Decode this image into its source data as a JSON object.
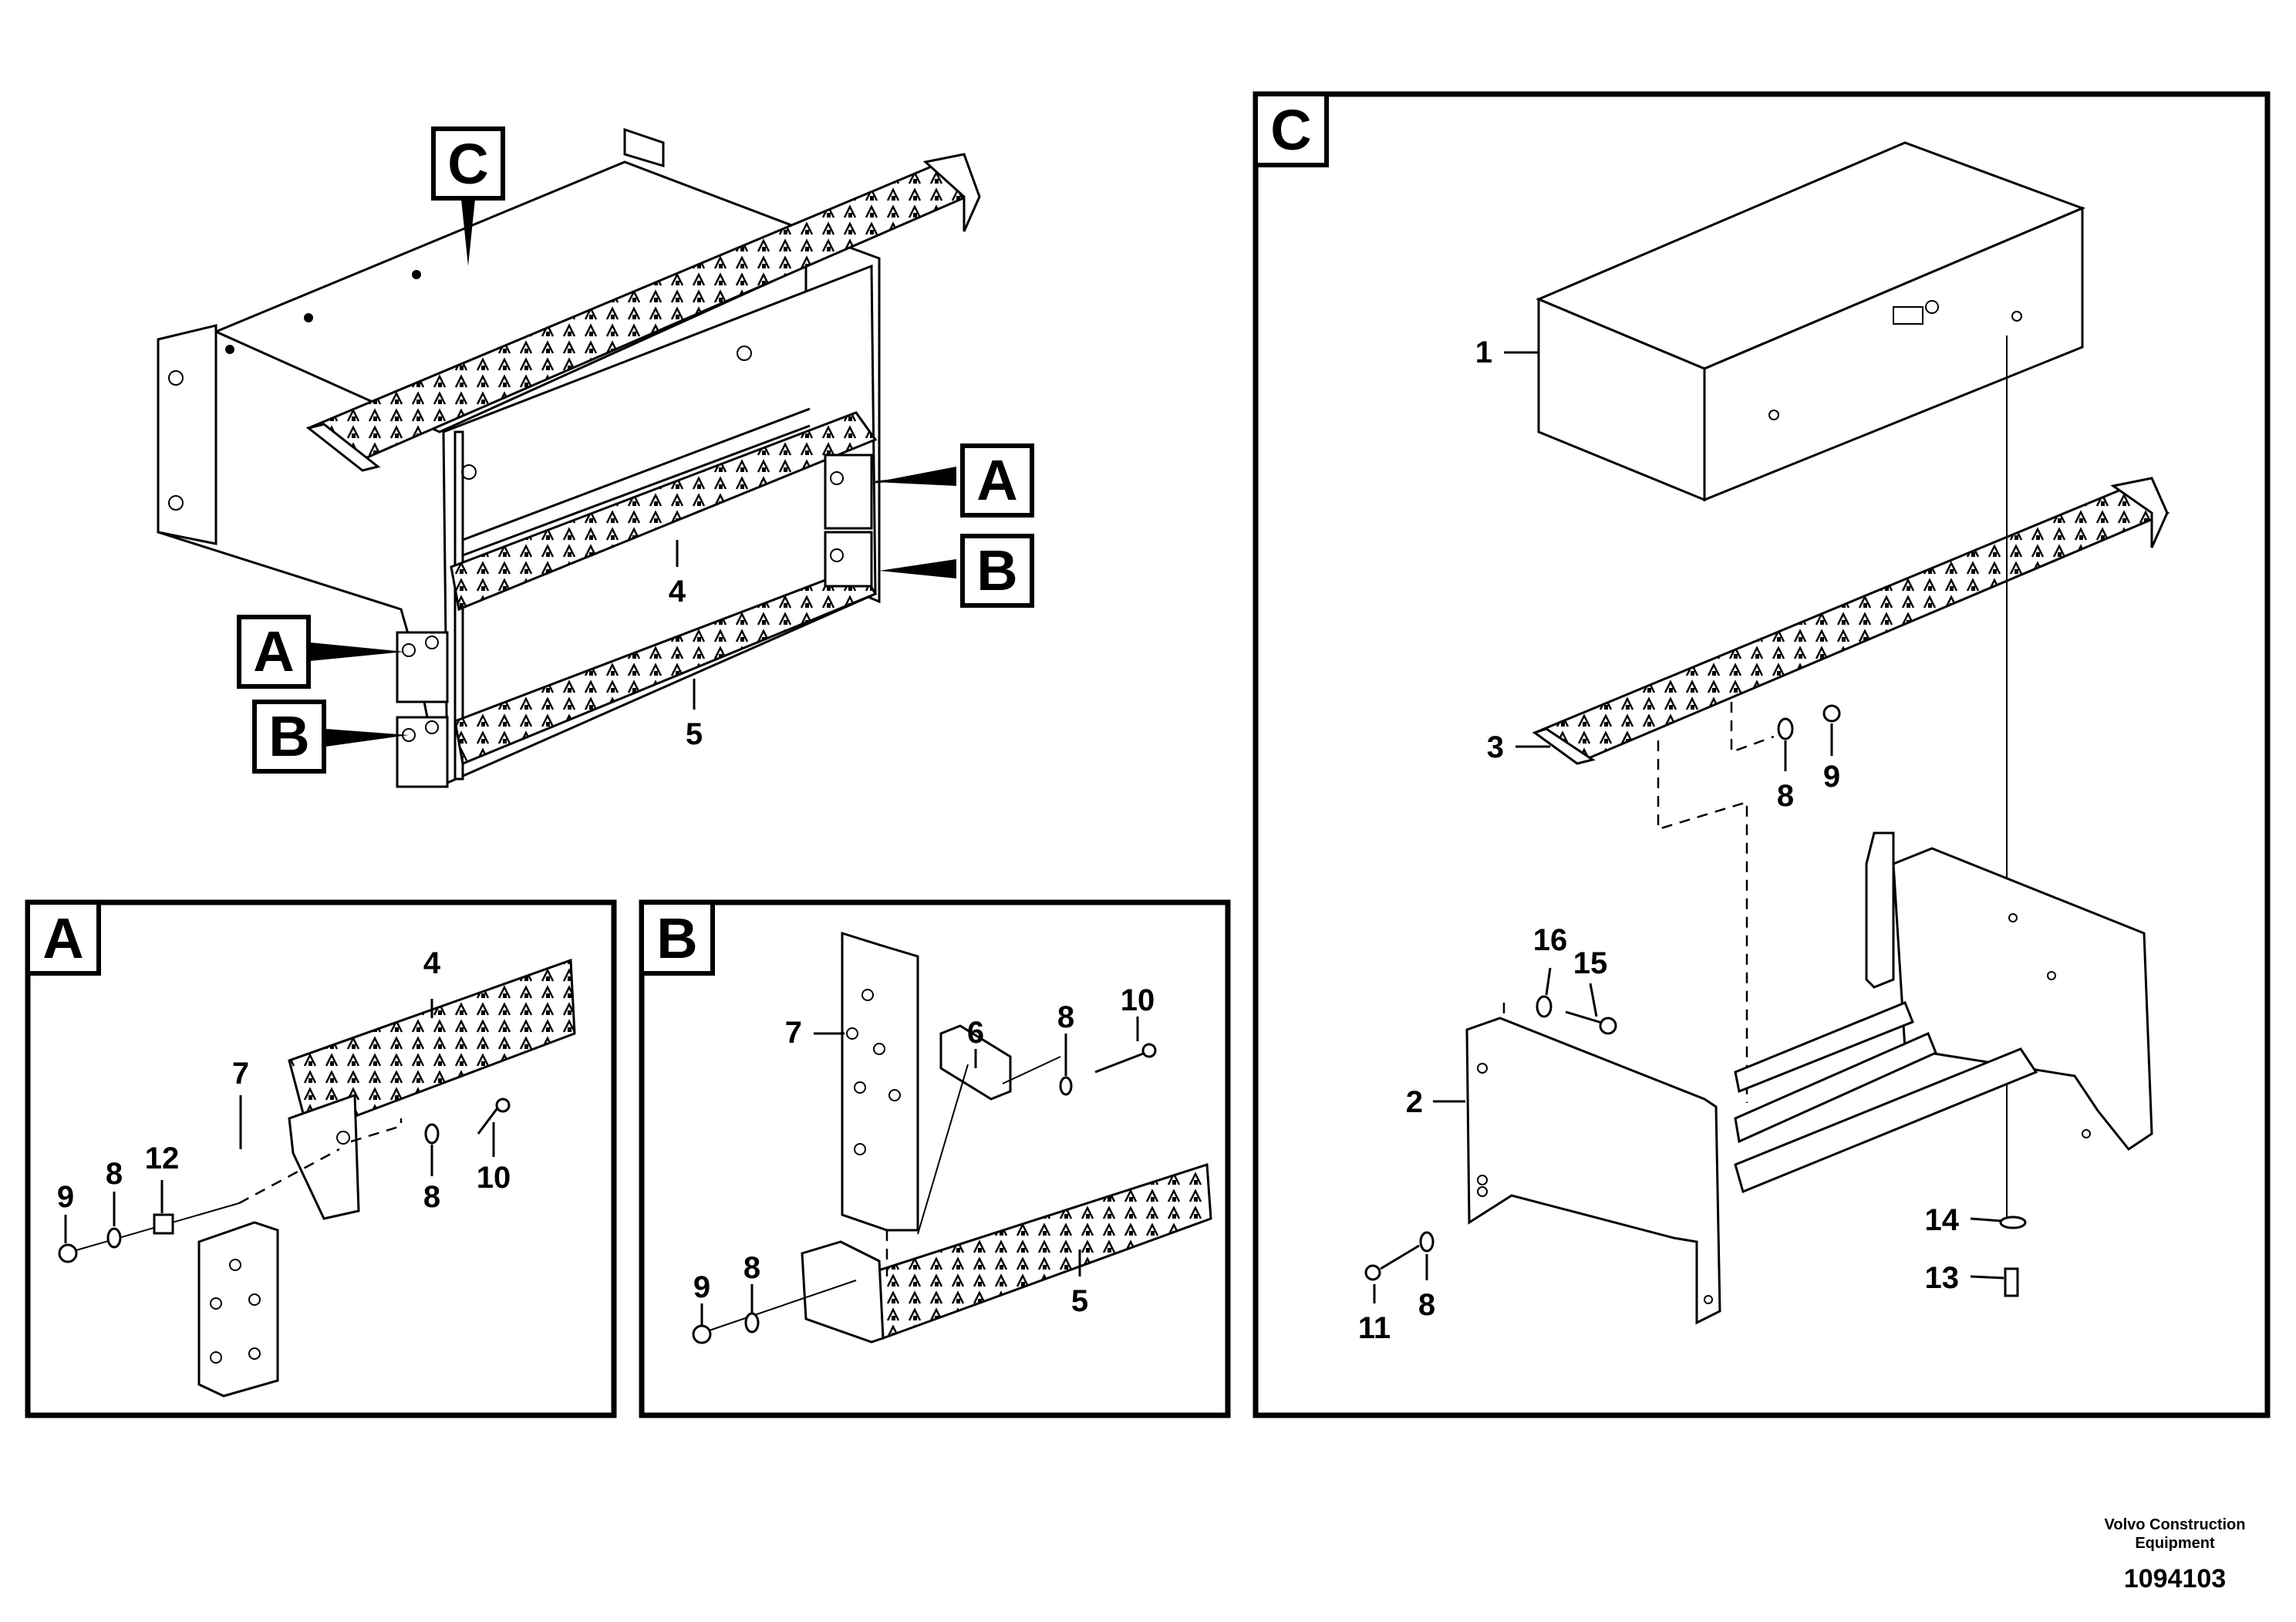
{
  "callouts": {
    "main_c": "C",
    "main_a_right": "A",
    "main_b_right": "B",
    "main_a_left": "A",
    "main_b_left": "B",
    "main_4": "4",
    "main_5": "5"
  },
  "panel_a": {
    "title": "A",
    "labels": {
      "p4": "4",
      "p7": "7",
      "p9": "9",
      "p8a": "8",
      "p12": "12",
      "p8b": "8",
      "p10": "10"
    }
  },
  "panel_b": {
    "title": "B",
    "labels": {
      "p7": "7",
      "p6": "6",
      "p8a": "8",
      "p10": "10",
      "p9": "9",
      "p8b": "8",
      "p5": "5"
    }
  },
  "panel_c": {
    "title": "C",
    "labels": {
      "p1": "1",
      "p3": "3",
      "p8a": "8",
      "p9": "9",
      "p16": "16",
      "p15": "15",
      "p2": "2",
      "p14": "14",
      "p13": "13",
      "p11": "11",
      "p8b": "8"
    }
  },
  "footer": {
    "company_line1": "Volvo Construction",
    "company_line2": "Equipment",
    "drawing_number": "1094103"
  }
}
